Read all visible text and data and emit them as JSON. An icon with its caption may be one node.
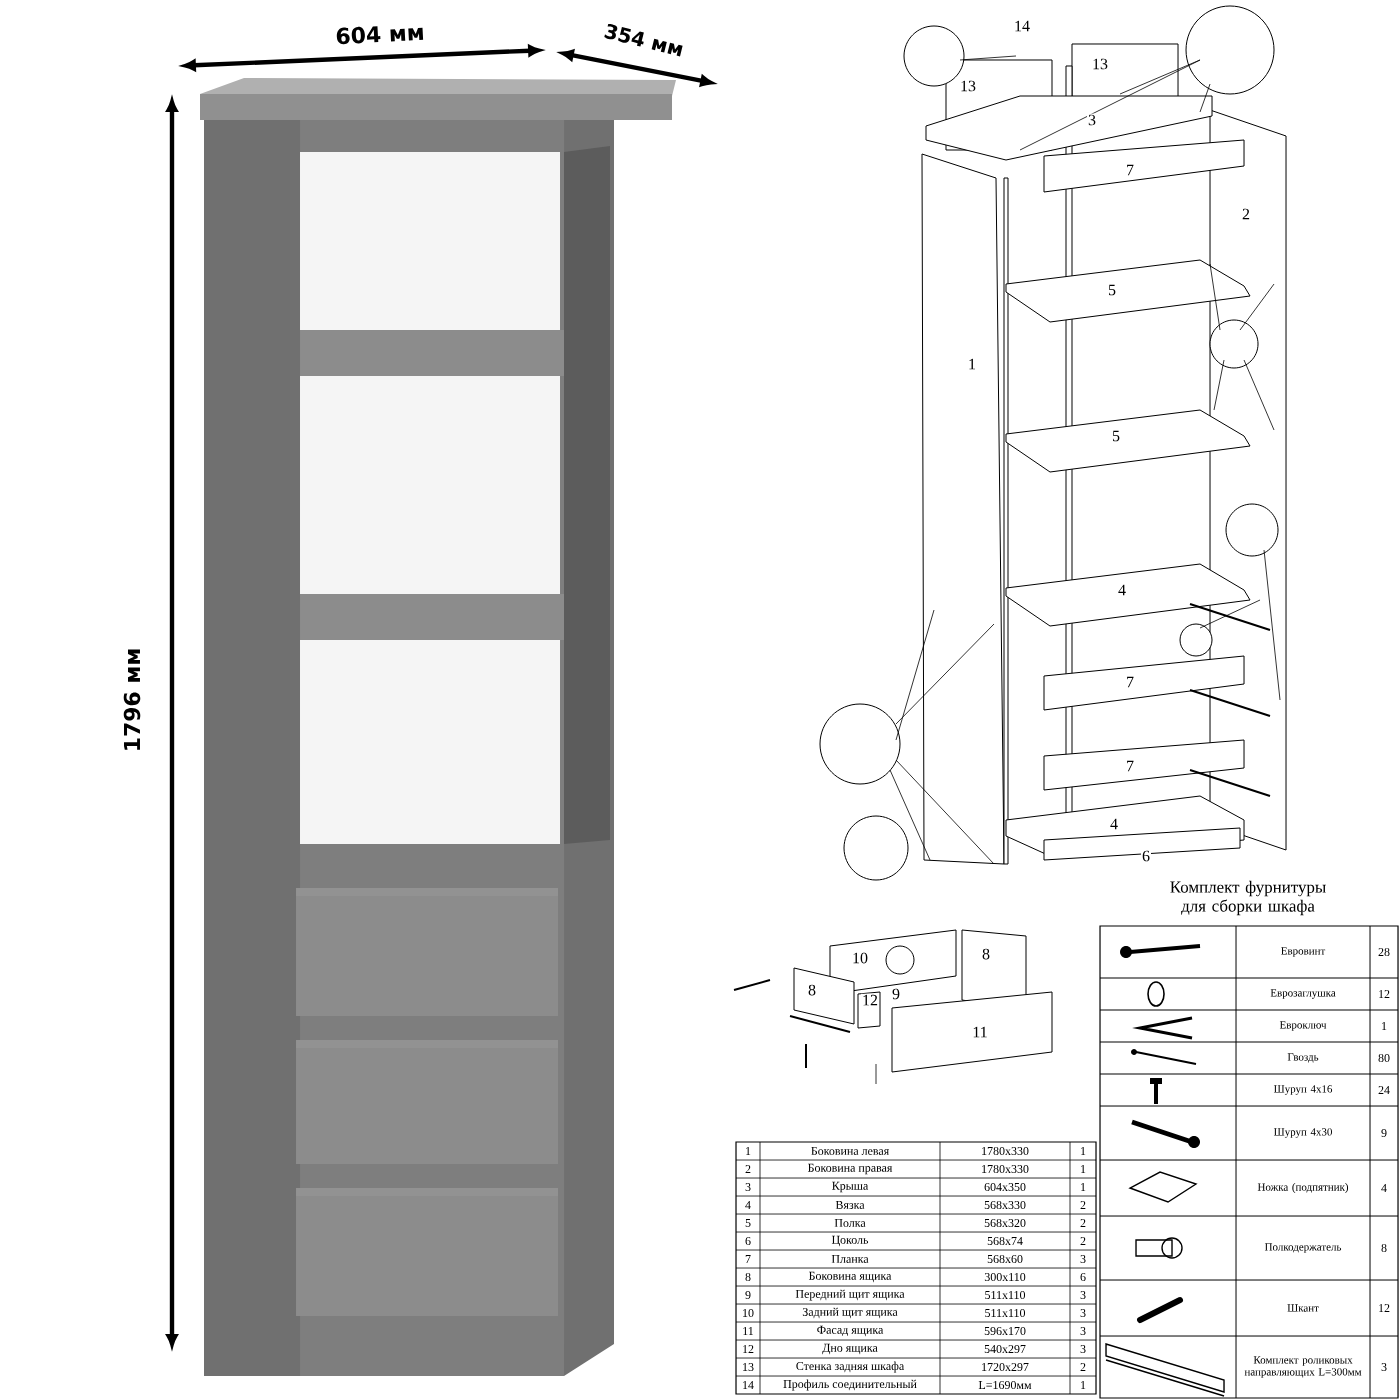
{
  "diagram": {
    "labels": [
      "604 мм",
      "354 мм",
      "1796 мм",
      "14",
      "13",
      "13",
      "3",
      "7",
      "2",
      "5",
      "1",
      "5",
      "4",
      "7",
      "7",
      "4",
      "6",
      "10",
      "8",
      "8",
      "12",
      "9",
      "11",
      "Комплект фурнитуры для сборки шкафа",
      "Евровинт",
      "28",
      "Еврозаглушка",
      "12",
      "Евроключ",
      "1",
      "Гвоздь",
      "80",
      "Шуруп 4х16",
      "24",
      "Шуруп 4х30",
      "9",
      "Ножка (подпятник)",
      "4",
      "Полкодержатель",
      "8",
      "Шкант",
      "12",
      "Комплект роликовых направляющих L=300мм",
      "3",
      "1",
      "Боковина левая",
      "1780х330",
      "1",
      "2",
      "Боковина правая",
      "1780х330",
      "1",
      "3",
      "Крыша",
      "604х350",
      "1",
      "4",
      "Вязка",
      "568х330",
      "2",
      "5",
      "Полка",
      "568х320",
      "2",
      "6",
      "Цоколь",
      "568х74",
      "2",
      "7",
      "Планка",
      "568х60",
      "3",
      "8",
      "Боковина ящика",
      "300х110",
      "6",
      "9",
      "Передний щит ящика",
      "511х110",
      "3",
      "10",
      "Задний щит ящика",
      "511х110",
      "3",
      "11",
      "Фасад ящика",
      "596х170",
      "3",
      "12",
      "Дно ящика",
      "540х297",
      "3",
      "13",
      "Стенка задняя шкафа",
      "1720х297",
      "2",
      "14",
      "Профиль соединительный",
      "L=1690мм",
      "1"
    ]
  }
}
